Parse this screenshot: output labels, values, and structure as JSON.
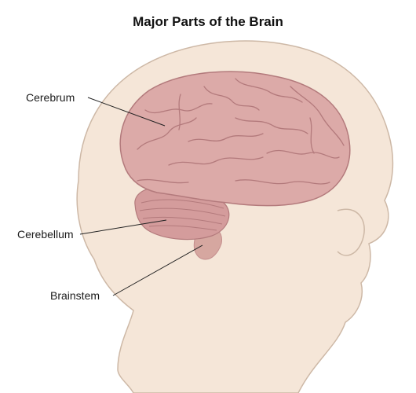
{
  "title": "Major Parts of the Brain",
  "labels": {
    "cerebrum": "Cerebrum",
    "cerebellum": "Cerebellum",
    "brainstem": "Brainstem"
  },
  "colors": {
    "head_fill": "#f5e6d8",
    "head_outline": "#cdb8a6",
    "brain_fill": "#dcaaa8",
    "brain_shadow": "#c48d8d",
    "gyri_lines": "#b37a7c",
    "leader_lines": "#222222"
  }
}
